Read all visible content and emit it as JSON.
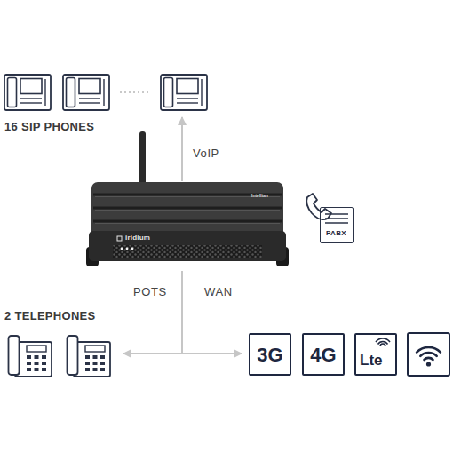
{
  "diagram": {
    "nodes": [
      {
        "text": [
          "16 SIP PHONES"
        ]
      },
      {
        "text": [
          "iridium",
          "Intellian"
        ]
      },
      {
        "text": [
          "PABX"
        ]
      },
      {
        "text": [
          "2 TELEPHONES"
        ]
      },
      {
        "text": [
          "3G"
        ]
      },
      {
        "text": [
          "4G"
        ]
      },
      {
        "text": [
          "Lte"
        ]
      }
    ],
    "edges": [
      {
        "from": 1,
        "to": 0,
        "arrow": "to",
        "label": "VoIP"
      },
      {
        "from": 1,
        "to": 3,
        "arrow": "to",
        "label": "POTS"
      },
      {
        "from": 1,
        "to": 4,
        "arrow": "to",
        "label": "WAN"
      }
    ]
  }
}
